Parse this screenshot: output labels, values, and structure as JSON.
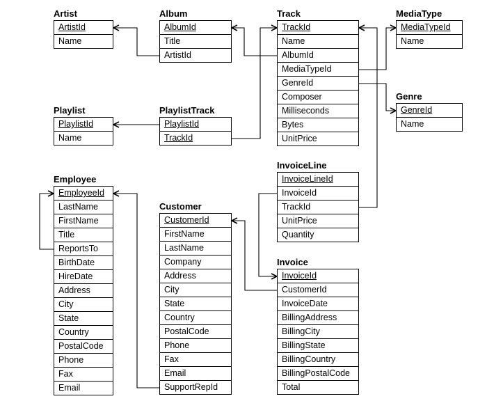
{
  "tables": [
    {
      "id": "artist",
      "title": "Artist",
      "fields": [
        {
          "name": "ArtistId",
          "pk": true
        },
        {
          "name": "Name"
        }
      ]
    },
    {
      "id": "album",
      "title": "Album",
      "fields": [
        {
          "name": "AlbumId",
          "pk": true
        },
        {
          "name": "Title"
        },
        {
          "name": "ArtistId"
        }
      ]
    },
    {
      "id": "track",
      "title": "Track",
      "fields": [
        {
          "name": "TrackId",
          "pk": true
        },
        {
          "name": "Name"
        },
        {
          "name": "AlbumId"
        },
        {
          "name": "MediaTypeId"
        },
        {
          "name": "GenreId"
        },
        {
          "name": "Composer"
        },
        {
          "name": "Milliseconds"
        },
        {
          "name": "Bytes"
        },
        {
          "name": "UnitPrice"
        }
      ]
    },
    {
      "id": "mediatype",
      "title": "MediaType",
      "fields": [
        {
          "name": "MediaTypeId",
          "pk": true
        },
        {
          "name": "Name"
        }
      ]
    },
    {
      "id": "genre",
      "title": "Genre",
      "fields": [
        {
          "name": "GenreId",
          "pk": true
        },
        {
          "name": "Name"
        }
      ]
    },
    {
      "id": "playlist",
      "title": "Playlist",
      "fields": [
        {
          "name": "PlaylistId",
          "pk": true
        },
        {
          "name": "Name"
        }
      ]
    },
    {
      "id": "playlisttrack",
      "title": "PlaylistTrack",
      "fields": [
        {
          "name": "PlaylistId",
          "pk": true
        },
        {
          "name": "TrackId",
          "pk": true
        }
      ]
    },
    {
      "id": "invoiceline",
      "title": "InvoiceLine",
      "fields": [
        {
          "name": "InvoiceLineId",
          "pk": true
        },
        {
          "name": "InvoiceId"
        },
        {
          "name": "TrackId"
        },
        {
          "name": "UnitPrice"
        },
        {
          "name": "Quantity"
        }
      ]
    },
    {
      "id": "employee",
      "title": "Employee",
      "fields": [
        {
          "name": "EmployeeId",
          "pk": true
        },
        {
          "name": "LastName"
        },
        {
          "name": "FirstName"
        },
        {
          "name": "Title"
        },
        {
          "name": "ReportsTo"
        },
        {
          "name": "BirthDate"
        },
        {
          "name": "HireDate"
        },
        {
          "name": "Address"
        },
        {
          "name": "City"
        },
        {
          "name": "State"
        },
        {
          "name": "Country"
        },
        {
          "name": "PostalCode"
        },
        {
          "name": "Phone"
        },
        {
          "name": "Fax"
        },
        {
          "name": "Email"
        }
      ]
    },
    {
      "id": "customer",
      "title": "Customer",
      "fields": [
        {
          "name": "CustomerId",
          "pk": true
        },
        {
          "name": "FirstName"
        },
        {
          "name": "LastName"
        },
        {
          "name": "Company"
        },
        {
          "name": "Address"
        },
        {
          "name": "City"
        },
        {
          "name": "State"
        },
        {
          "name": "Country"
        },
        {
          "name": "PostalCode"
        },
        {
          "name": "Phone"
        },
        {
          "name": "Fax"
        },
        {
          "name": "Email"
        },
        {
          "name": "SupportRepId"
        }
      ]
    },
    {
      "id": "invoice",
      "title": "Invoice",
      "fields": [
        {
          "name": "InvoiceId",
          "pk": true
        },
        {
          "name": "CustomerId"
        },
        {
          "name": "InvoiceDate"
        },
        {
          "name": "BillingAddress"
        },
        {
          "name": "BillingCity"
        },
        {
          "name": "BillingState"
        },
        {
          "name": "BillingCountry"
        },
        {
          "name": "BillingPostalCode"
        },
        {
          "name": "Total"
        }
      ]
    }
  ],
  "relations": [
    {
      "from": "album.ArtistId",
      "to": "artist.ArtistId"
    },
    {
      "from": "track.AlbumId",
      "to": "album.AlbumId"
    },
    {
      "from": "track.MediaTypeId",
      "to": "mediatype.MediaTypeId"
    },
    {
      "from": "track.GenreId",
      "to": "genre.GenreId"
    },
    {
      "from": "playlisttrack.PlaylistId",
      "to": "playlist.PlaylistId"
    },
    {
      "from": "playlisttrack.TrackId",
      "to": "track.TrackId"
    },
    {
      "from": "invoiceline.TrackId",
      "to": "track.TrackId"
    },
    {
      "from": "invoiceline.InvoiceId",
      "to": "invoice.InvoiceId"
    },
    {
      "from": "invoice.CustomerId",
      "to": "customer.CustomerId"
    },
    {
      "from": "customer.SupportRepId",
      "to": "employee.EmployeeId"
    },
    {
      "from": "employee.ReportsTo",
      "to": "employee.EmployeeId"
    }
  ]
}
